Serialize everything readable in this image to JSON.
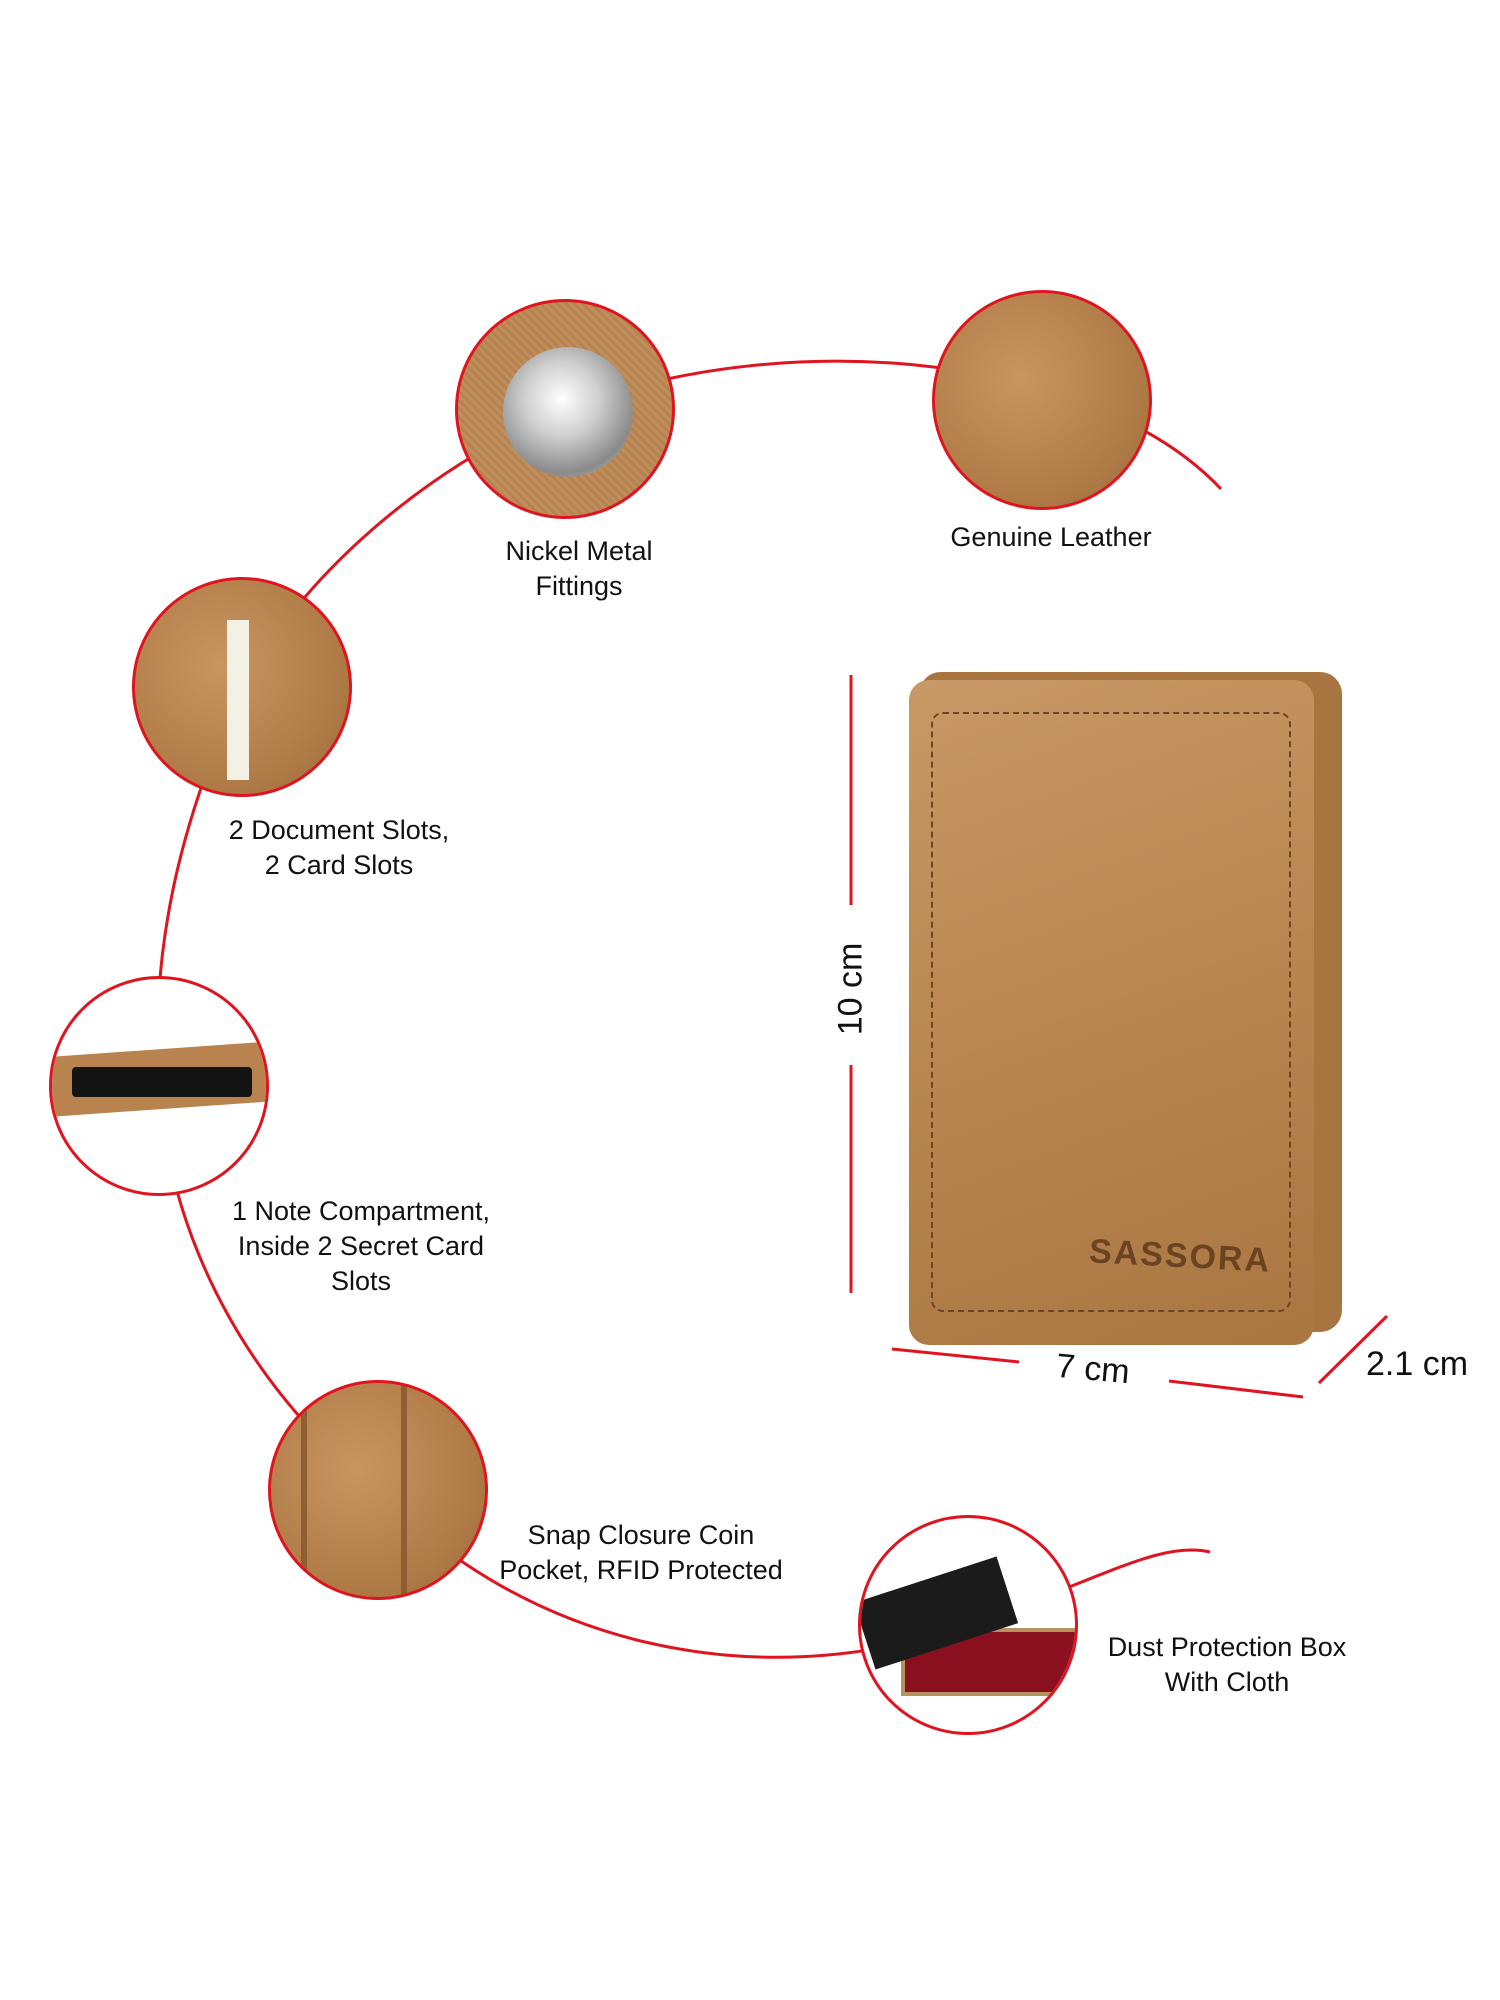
{
  "features": [
    {
      "id": "nickel",
      "lines": [
        "Nickel Metal",
        "Fittings"
      ]
    },
    {
      "id": "leather",
      "lines": [
        "Genuine Leather"
      ]
    },
    {
      "id": "document",
      "lines": [
        "2 Document Slots,",
        "2 Card Slots"
      ]
    },
    {
      "id": "note",
      "lines": [
        "1 Note Compartment,",
        "Inside 2 Secret Card",
        "Slots"
      ]
    },
    {
      "id": "snap",
      "lines": [
        "Snap Closure Coin",
        "Pocket, RFID Protected"
      ]
    },
    {
      "id": "box",
      "lines": [
        "Dust Protection Box",
        "With Cloth"
      ]
    }
  ],
  "dimensions": {
    "height": "10 cm",
    "width": "7 cm",
    "depth": "2.1 cm"
  },
  "brand": "SASSORA",
  "colors": {
    "accent": "#e0141e",
    "leather": "#b98650"
  }
}
